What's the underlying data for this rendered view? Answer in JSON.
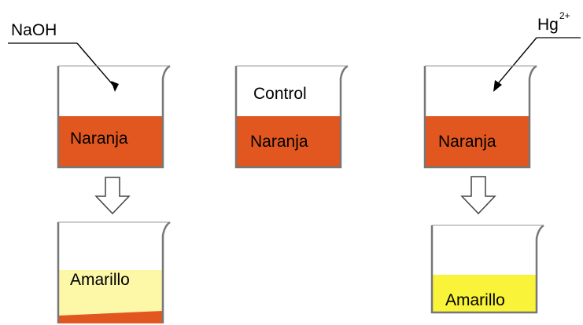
{
  "reagents": {
    "left": "NaOH",
    "right_base": "Hg",
    "right_charge": "2+"
  },
  "beakers": {
    "left_top": {
      "label": "Naranja",
      "liquid_color": "#E2571F"
    },
    "control_title": "Control",
    "middle": {
      "label": "Naranja",
      "liquid_color": "#E2571F"
    },
    "right_top": {
      "label": "Naranja",
      "liquid_color": "#E2571F"
    },
    "left_bottom": {
      "label": "Amarillo",
      "liquid_color": "#FDF7A8",
      "sediment_color": "#E2571F"
    },
    "right_bottom": {
      "label": "Amarillo",
      "liquid_color": "#F9F33A"
    }
  },
  "icons": [
    "down-arrow-icon",
    "pointer-arrow-icon"
  ]
}
